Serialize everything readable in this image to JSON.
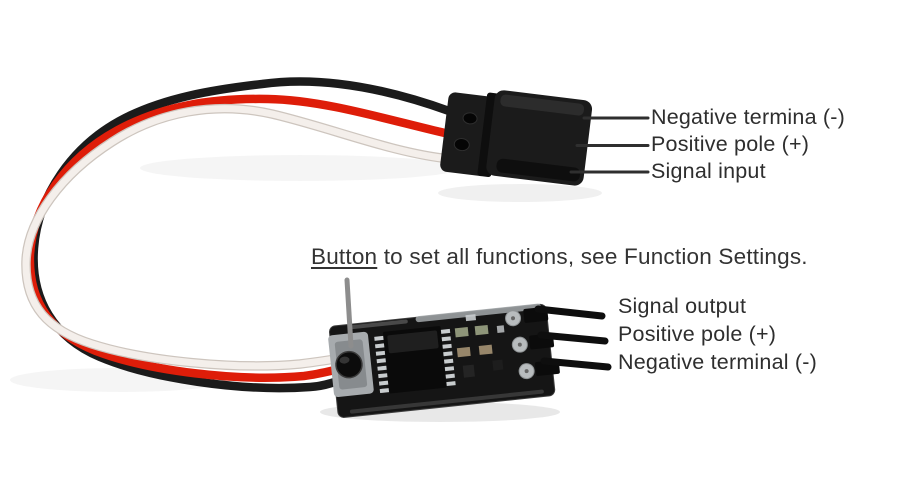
{
  "connector_labels": [
    "Negative termina (-)",
    "Positive pole (+)",
    "Signal input"
  ],
  "caption": {
    "underlined_word": "Button",
    "rest": " to set all functions, see Function Settings."
  },
  "pin_labels": [
    "Signal output",
    "Positive pole (+)",
    "Negative terminal (-)"
  ],
  "colors": {
    "wire_black": "#1b1b1b",
    "wire_red": "#de1d09",
    "wire_white": "#f4efeb",
    "wire_white_edge": "#cdc5be",
    "label_text": "#2e2e2e",
    "leader_line": "#2f2f2f",
    "pointer_line": "#8d8d8d",
    "connector_black": "#1b1b1b",
    "pcb_black": "#151515",
    "pin_black": "#0e0e0e",
    "solder_silver": "#b8bcbe"
  }
}
